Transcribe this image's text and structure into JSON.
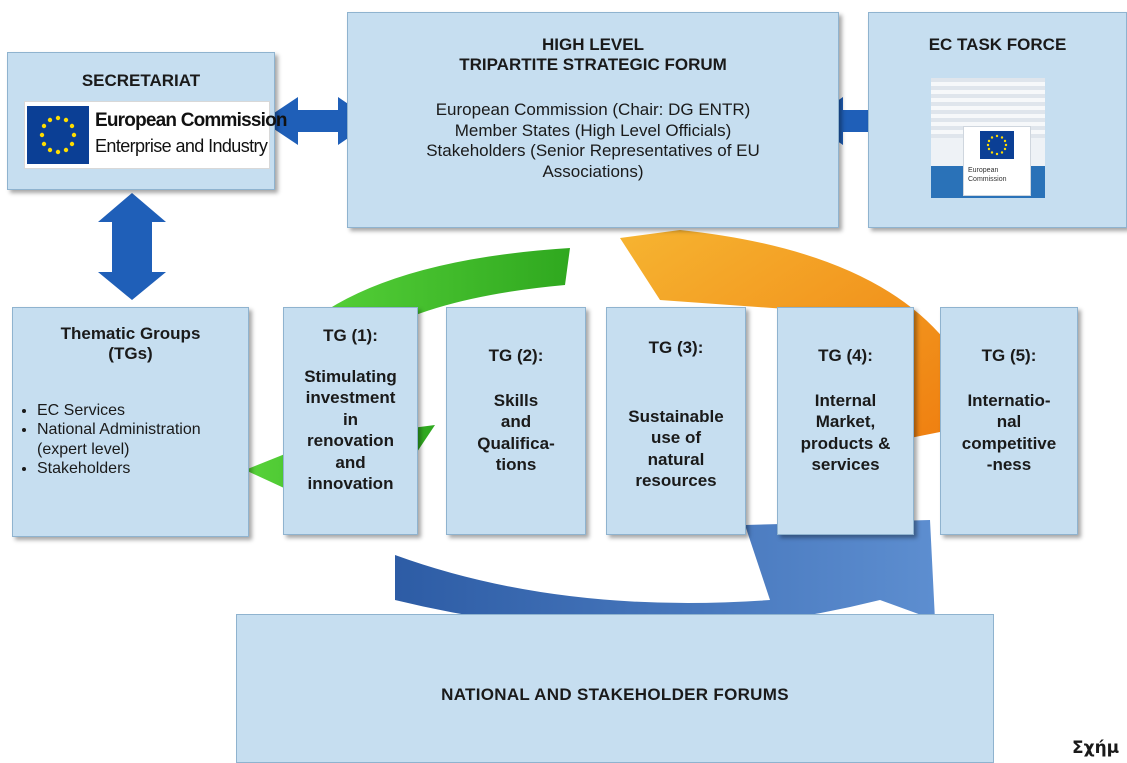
{
  "secretariat": {
    "title": "SECRETARIAT",
    "logo_line1": "European Commission",
    "logo_line2": "Enterprise and Industry"
  },
  "forum": {
    "title_line1": "HIGH LEVEL",
    "title_line2": "TRIPARTITE STRATEGIC FORUM",
    "line1": "European Commission (Chair: DG ENTR)",
    "line2": "Member States (High Level Officials)",
    "line3": "Stakeholders (Senior Representatives of EU",
    "line4": "Associations)"
  },
  "task_force": {
    "title": "EC TASK FORCE",
    "logo_line1": "European",
    "logo_line2": "Commission"
  },
  "thematic": {
    "title_line1": "Thematic Groups",
    "title_line2": "(TGs)",
    "items": [
      "EC Services",
      "National Administration (expert level)",
      "Stakeholders"
    ]
  },
  "tgs": [
    {
      "title": "TG (1):",
      "lines": [
        "Stimulating",
        "investment",
        "in",
        "renovation",
        "and",
        "innovation"
      ]
    },
    {
      "title": "TG (2):",
      "lines": [
        "Skills",
        "and",
        "Qualifica-",
        "tions"
      ]
    },
    {
      "title": "TG (3):",
      "lines": [
        "Sustainable",
        "use of",
        "natural",
        "resources"
      ]
    },
    {
      "title": "TG (4):",
      "lines": [
        "Internal",
        "Market,",
        "products &",
        "services"
      ]
    },
    {
      "title": "TG (5):",
      "lines": [
        "Internatio-",
        "nal",
        "competitive",
        "-ness"
      ]
    }
  ],
  "national": {
    "title": "NATIONAL AND STAKEHOLDER FORUMS"
  },
  "caption": "Σχήμ",
  "colors": {
    "box_fill": "#c6def0",
    "arrow_blue": "#1f5fb8",
    "cycle_green": "#3ec32b",
    "cycle_orange": "#f29a1a",
    "cycle_blue": "#3f6fb3",
    "eu_blue": "#0b3f95",
    "eu_star": "#ffdd00"
  }
}
